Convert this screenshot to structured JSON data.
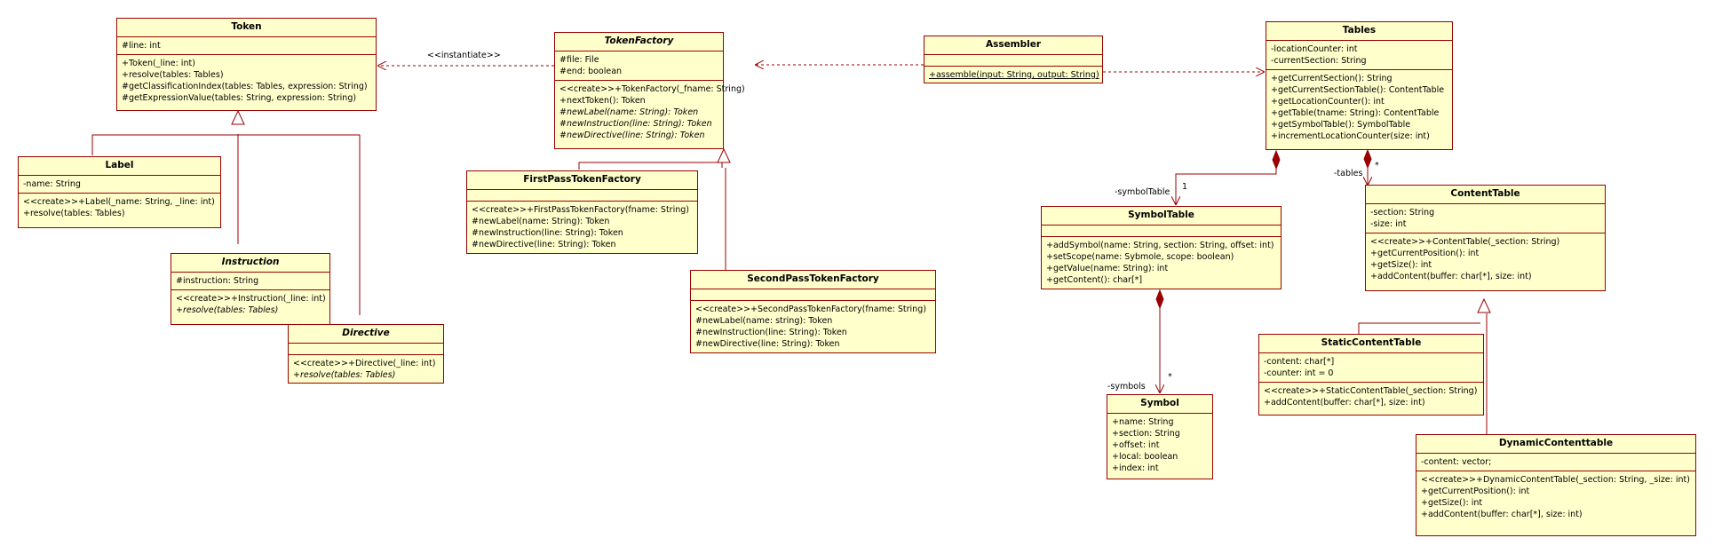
{
  "colors": {
    "fill": "#ffffcc",
    "border": "#990000"
  },
  "classes": {
    "token": {
      "name": "Token",
      "abstract": false,
      "attributes": [
        "#line: int"
      ],
      "operations": [
        {
          "text": "+Token(_line: int)"
        },
        {
          "text": "+resolve(tables: Tables)"
        },
        {
          "text": "#getClassificationIndex(tables: Tables, expression: String)"
        },
        {
          "text": "#getExpressionValue(tables: String, expression: String)"
        }
      ]
    },
    "label": {
      "name": "Label",
      "abstract": false,
      "attributes": [
        "-name: String"
      ],
      "operations": [
        {
          "text": "<<create>>+Label(_name: String, _line: int)"
        },
        {
          "text": "+resolve(tables: Tables)"
        }
      ]
    },
    "instruction": {
      "name": "Instruction",
      "abstract": true,
      "attributes": [
        "#instruction: String"
      ],
      "operations": [
        {
          "text": "<<create>>+Instruction(_line: int)"
        },
        {
          "text": "+resolve(tables: Tables)",
          "abstract": true
        }
      ]
    },
    "directive": {
      "name": "Directive",
      "abstract": true,
      "attributes": [],
      "operations": [
        {
          "text": "<<create>>+Directive(_line: int)"
        },
        {
          "text": "+resolve(tables: Tables)",
          "abstract": true
        }
      ]
    },
    "tokenfactory": {
      "name": "TokenFactory",
      "abstract": true,
      "attributes": [
        "#file: File",
        "#end: boolean"
      ],
      "operations": [
        {
          "text": "<<create>>+TokenFactory(_fname: String)"
        },
        {
          "text": "+nextToken(): Token"
        },
        {
          "text": "#newLabel(name: String): Token",
          "abstract": true
        },
        {
          "text": "#newInstruction(line: String): Token",
          "abstract": true
        },
        {
          "text": "#newDirective(line: String): Token",
          "abstract": true
        }
      ]
    },
    "firstpass": {
      "name": "FirstPassTokenFactory",
      "abstract": false,
      "attributes": [],
      "operations": [
        {
          "text": "<<create>>+FirstPassTokenFactory(fname: String)"
        },
        {
          "text": "#newLabel(name: String): Token"
        },
        {
          "text": "#newInstruction(line: String): Token"
        },
        {
          "text": "#newDirective(line: String): Token"
        }
      ]
    },
    "secondpass": {
      "name": "SecondPassTokenFactory",
      "abstract": false,
      "attributes": [],
      "operations": [
        {
          "text": "<<create>>+SecondPassTokenFactory(fname: String)"
        },
        {
          "text": "#newLabel(name: string): Token"
        },
        {
          "text": "#newInstruction(line: String): Token"
        },
        {
          "text": "#newDirective(line: String): Token"
        }
      ]
    },
    "assembler": {
      "name": "Assembler",
      "abstract": false,
      "attributes": [],
      "operations": [
        {
          "text": "+assemble(input: String, output: String)",
          "static": true
        }
      ]
    },
    "tables": {
      "name": "Tables",
      "abstract": false,
      "attributes": [
        "-locationCounter: int",
        "-currentSection: String"
      ],
      "operations": [
        {
          "text": "+getCurrentSection(): String"
        },
        {
          "text": "+getCurrentSectionTable(): ContentTable"
        },
        {
          "text": "+getLocationCounter(): int"
        },
        {
          "text": "+getTable(tname: String): ContentTable"
        },
        {
          "text": "+getSymbolTable(): SymbolTable"
        },
        {
          "text": "+incrementLocationCounter(size: int)"
        }
      ]
    },
    "symboltable": {
      "name": "SymbolTable",
      "abstract": false,
      "attributes": [],
      "operations": [
        {
          "text": "+addSymbol(name: String, section: String, offset: int)"
        },
        {
          "text": "+setScope(name: Sybmole, scope: boolean)"
        },
        {
          "text": "+getValue(name: String): int"
        },
        {
          "text": "+getContent(): char[*]"
        }
      ]
    },
    "contenttable": {
      "name": "ContentTable",
      "abstract": false,
      "attributes": [
        "-section: String",
        "-size: int"
      ],
      "operations": [
        {
          "text": "<<create>>+ContentTable(_section: String)"
        },
        {
          "text": "+getCurrentPosition(): int"
        },
        {
          "text": "+getSize(): int"
        },
        {
          "text": "+addContent(buffer: char[*], size: int)"
        }
      ]
    },
    "symbol": {
      "name": "Symbol",
      "abstract": false,
      "attributes": [
        "+name: String",
        "+section: String",
        "+offset: int",
        "+local: boolean",
        "+index: int"
      ],
      "operations": null
    },
    "staticcontent": {
      "name": "StaticContentTable",
      "abstract": false,
      "attributes": [
        "-content: char[*]",
        "-counter: int = 0"
      ],
      "operations": [
        {
          "text": "<<create>>+StaticContentTable(_section: String)"
        },
        {
          "text": "+addContent(buffer: char[*], size: int)"
        }
      ]
    },
    "dynamiccontent": {
      "name": "DynamicContenttable",
      "abstract": false,
      "attributes": [
        "-content: vector;"
      ],
      "operations": [
        {
          "text": "<<create>>+DynamicContentTable(_section: String, _size: int)"
        },
        {
          "text": "+getCurrentPosition(): int"
        },
        {
          "text": "+getSize(): int"
        },
        {
          "text": "+addContent(buffer: char[*], size: int)"
        }
      ]
    }
  },
  "labels": {
    "instantiate": "<<instantiate>>",
    "symboltable_role": "-symbolTable",
    "symboltable_mult": "1",
    "tables_role": "-tables",
    "tables_mult": "*",
    "symbols_role": "-symbols",
    "symbols_mult": "*"
  }
}
